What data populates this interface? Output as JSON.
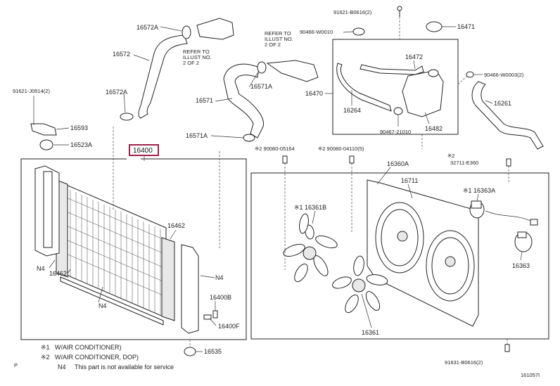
{
  "highlighted_part": "16400",
  "labels": {
    "p16572A_top": "16572A",
    "p16572": "16572",
    "p16572A_mid": "16572A",
    "p91621_left": "91621-J0514(2)",
    "p16593": "16593",
    "p16523A": "16523A",
    "p16400": "16400",
    "p16571": "16571",
    "p16571A_a": "16571A",
    "p16571A_b": "16571A",
    "refer_a_1": "REFER TO",
    "refer_a_2": "ILLUST NO.",
    "refer_a_3": "2 OF 2",
    "refer_b_1": "REFER TO",
    "refer_b_2": "ILLUST NO.",
    "refer_b_3": "2 OF 2",
    "p91621_top": "91621-B0616(2)",
    "p90466_top": "90466-W0010",
    "p16471": "16471",
    "p16472": "16472",
    "p16470": "16470",
    "p16264": "16264",
    "p16482": "16482",
    "p90467": "90467-21010",
    "p90466_right": "90466-W0003(2)",
    "p16261": "16261",
    "p90080_a": "※2 90080-05164",
    "p90080_b": "※2 90080-04110(5)",
    "p32711": "※2",
    "p32711_b": "32711-E360",
    "p16360A": "16360A",
    "p16711": "16711",
    "p16363A": "※1 16363A",
    "p16361B": "※1 16361B",
    "p16363": "16363",
    "p16361": "16361",
    "p16462_right": "16462",
    "p16462_left": "16462",
    "n4_left": "N4",
    "n4_right": "N4",
    "n4_bottom": "N4",
    "p16400B": "16400B",
    "p16400F": "16400F",
    "p16535": "16535",
    "p91631": "91631-B0616(2)",
    "diagram_id": "161057I"
  },
  "legend": {
    "note1_mark": "※1",
    "note1_text": "W/AIR CONDITIONER)",
    "note2_mark": "※2",
    "note2_text": "W/AIR CONDITIONER, DOP)",
    "note3_mark": "N4",
    "note3_text": "This part is not available for service"
  },
  "corner_mark": "P"
}
